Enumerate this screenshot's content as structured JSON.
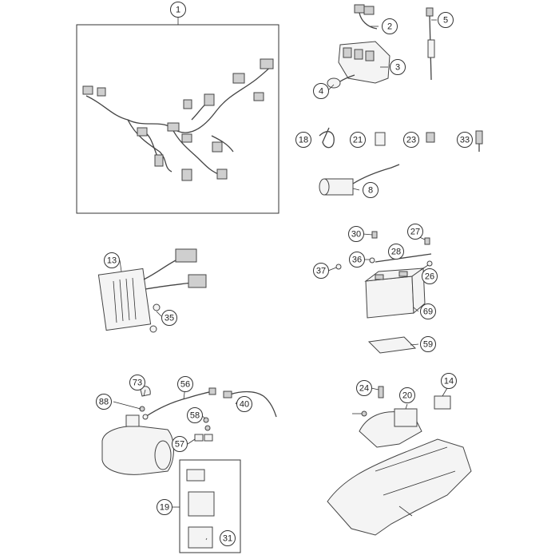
{
  "callouts": [
    "1",
    "2",
    "3",
    "4",
    "5",
    "18",
    "21",
    "23",
    "33",
    "8",
    "13",
    "35",
    "30",
    "27",
    "28",
    "36",
    "26",
    "37",
    "69",
    "59",
    "73",
    "56",
    "88",
    "40",
    "58",
    "57",
    "19",
    "31",
    "24",
    "20",
    "14"
  ]
}
